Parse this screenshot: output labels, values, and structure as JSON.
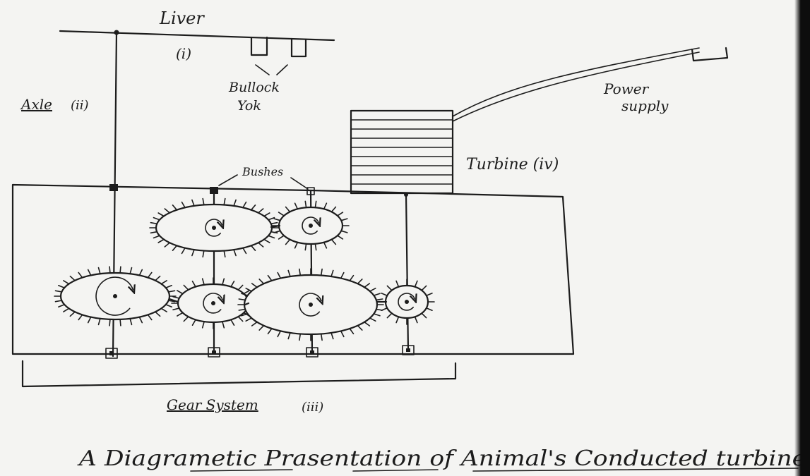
{
  "labels": {
    "liver": "Liver",
    "part_i": "(i)",
    "bullock_yok_line1": "Bullock",
    "bullock_yok_line2": "Yok",
    "axle": "Axle",
    "axle_num": "(ii)",
    "power_supply_line1": "Power",
    "power_supply_line2": "supply",
    "turbine": "Turbine (iv)",
    "bushes": "Bushes",
    "gear_system": "Gear System",
    "gear_system_num": "(iii)",
    "caption": "A Diagrametic Prasentation of Animal's Conducted turbine"
  }
}
